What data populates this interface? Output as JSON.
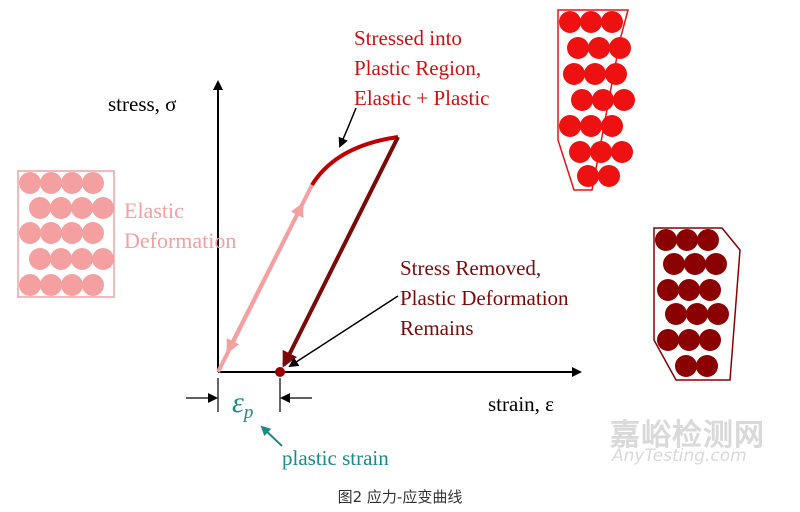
{
  "labels": {
    "stress_axis": "stress, σ",
    "strain_axis": "strain, ε",
    "elastic_line1": "Elastic",
    "elastic_line2": "Deformation",
    "stressed_line1": "Stressed into",
    "stressed_line2": "Plastic Region,",
    "stressed_line3": "Elastic + Plastic",
    "removed_line1": "Stress Removed,",
    "removed_line2": "Plastic Deformation",
    "removed_line3": "Remains",
    "epsilon_base": "ε",
    "epsilon_sub": "p",
    "plastic_strain": "plastic strain"
  },
  "caption": "图2  应力-应变曲线",
  "watermark": {
    "cn": "嘉峪检测网",
    "en": "AnyTesting.com"
  },
  "colors": {
    "axis": "#000000",
    "elastic_pink": "#f4a0a0",
    "plastic_red": "#c00000",
    "unload_dark": "#7a0a0a",
    "lattice_red": "#ee1111",
    "lattice_dark": "#8b0000",
    "teal": "#1a8a8a"
  }
}
